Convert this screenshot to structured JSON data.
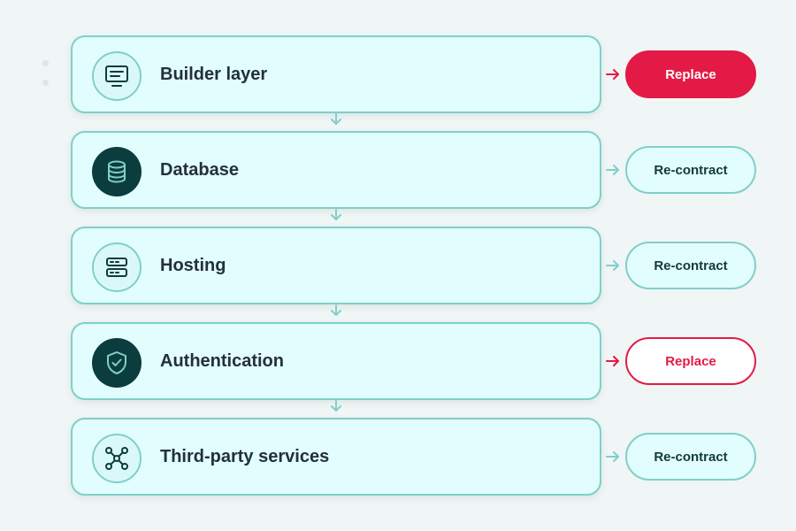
{
  "colors": {
    "teal_border": "#7fd0c8",
    "card_fill": "#e2fdfd",
    "dark_icon_bg": "#0b3c3e",
    "replace_red": "#e31a46",
    "text_dark": "#23303a"
  },
  "layers": [
    {
      "label": "Builder layer",
      "icon": "monitor-icon",
      "icon_style": "light",
      "action": {
        "label": "Replace",
        "style": "replace-solid"
      }
    },
    {
      "label": "Database",
      "icon": "database-icon",
      "icon_style": "dark",
      "action": {
        "label": "Re-contract",
        "style": "recontract"
      }
    },
    {
      "label": "Hosting",
      "icon": "server-icon",
      "icon_style": "light",
      "action": {
        "label": "Re-contract",
        "style": "recontract"
      }
    },
    {
      "label": "Authentication",
      "icon": "shield-check-icon",
      "icon_style": "dark",
      "action": {
        "label": "Replace",
        "style": "replace-outline"
      }
    },
    {
      "label": "Third-party services",
      "icon": "network-icon",
      "icon_style": "light",
      "action": {
        "label": "Re-contract",
        "style": "recontract"
      }
    }
  ]
}
